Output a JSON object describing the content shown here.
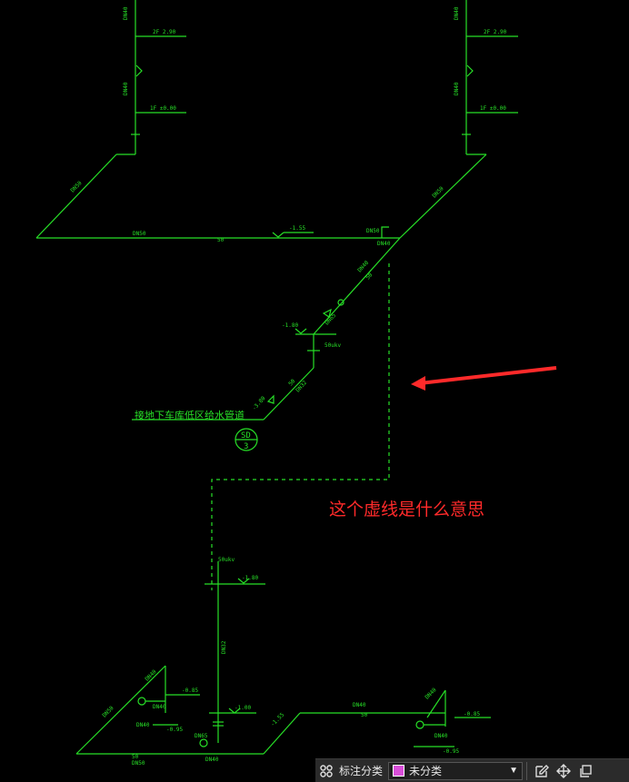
{
  "drawing": {
    "labels": {
      "dn40": "DN40",
      "dn50": "DN50",
      "dn32": "DN32",
      "fifty": "50",
      "floor2": "2F 2.90",
      "floor1": "1F ±0.00",
      "lvl155": "-1.55",
      "lvl180": "-1.80",
      "lvl380": "-3.80",
      "lvl085": "-0.85",
      "lvl095": "-0.95",
      "lvl100": "-1.00",
      "pump": "50ukv",
      "gauge_a": "50ukv",
      "pipe_note": "接地下车库低区给水管道",
      "sd": "SD",
      "sd_num": "3",
      "dn65": "DN65"
    },
    "colors": {
      "line": "#27e027",
      "annotation": "#ff2a2a"
    }
  },
  "annotation": {
    "question": "这个虚线是什么意思"
  },
  "toolbar": {
    "label": "标注分类",
    "select_value": "未分类",
    "swatch_color": "#d94fd9"
  }
}
